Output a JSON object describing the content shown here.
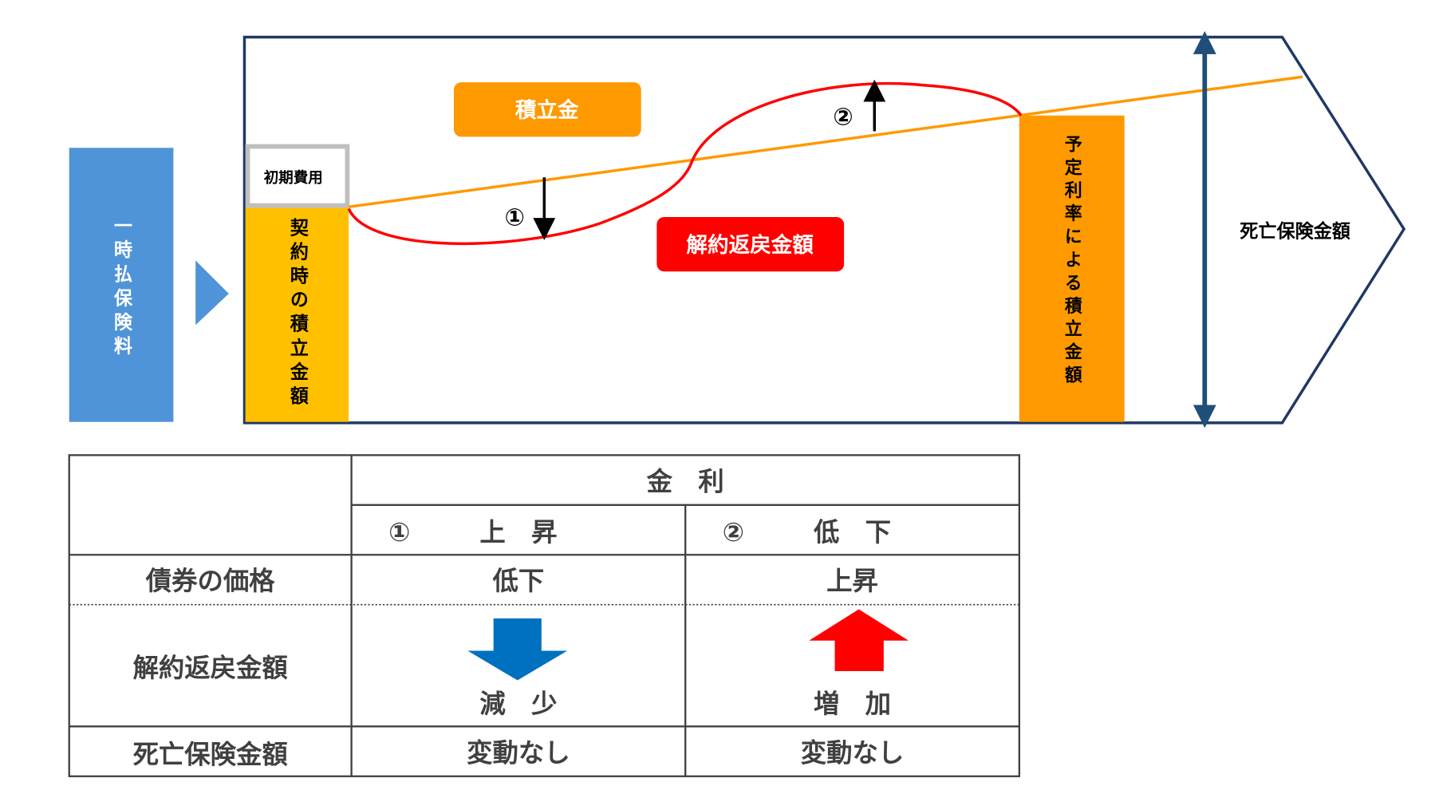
{
  "diagram": {
    "lump_sum_premium": "一時払保険料",
    "initial_cost": "初期費用",
    "reserve_at_contract": "契約時の積立金額",
    "reserve_label": "積立金",
    "surrender_label": "解約返戻金額",
    "reserve_by_assumed_rate": "予定利率による積立金額",
    "death_benefit": "死亡保険金額",
    "marker_1": "①",
    "marker_2": "②"
  },
  "table": {
    "header": "金　利",
    "col1": {
      "marker": "①",
      "label": "上　昇"
    },
    "col2": {
      "marker": "②",
      "label": "低　下"
    },
    "rows": [
      {
        "label": "債券の価格",
        "col1": "低下",
        "col2": "上昇"
      },
      {
        "label": "解約返戻金額",
        "col1": "減　少",
        "col2": "増　加"
      },
      {
        "label": "死亡保険金額",
        "col1": "変動なし",
        "col2": "変動なし"
      }
    ]
  },
  "colors": {
    "blue": "#4f94d8",
    "yellow": "#ffc000",
    "orange": "#ff9900",
    "red": "#ff0000",
    "navy": "#1f3864",
    "down_arrow": "#0070c0"
  }
}
